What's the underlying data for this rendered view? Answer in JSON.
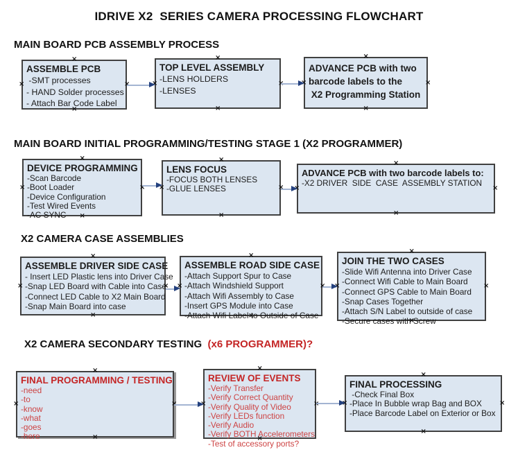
{
  "title": "IDRIVE X2  SERIES CAMERA PROCESSING FLOWCHART",
  "icons": {
    "selection_handle": "×"
  },
  "colors": {
    "background": "#ffffff",
    "box_fill": "#dce6f1",
    "box_border": "#404040",
    "arrow_line": "#a3b4d2",
    "arrow_head": "#24417e",
    "text": "#1c1c1c",
    "red_heading": "#c42525",
    "red_item": "#cd4343"
  },
  "sections": [
    {
      "heading": "MAIN BOARD PCB ASSEMBLY PROCESS",
      "boxes": [
        {
          "title": "ASSEMBLE PCB",
          "items": [
            " -SMT processes",
            "- HAND Solder processes",
            "- Attach Bar Code Label"
          ]
        },
        {
          "title": "TOP LEVEL ASSEMBLY",
          "items": [
            "-LENS HOLDERS",
            "-LENSES"
          ]
        },
        {
          "title_lines": [
            "ADVANCE PCB with two",
            "barcode labels to the",
            " X2 Programming Station"
          ],
          "items": []
        }
      ]
    },
    {
      "heading": "MAIN BOARD INITIAL PROGRAMMING/TESTING STAGE 1 (X2 PROGRAMMER)",
      "boxes": [
        {
          "title": "DEVICE PROGRAMMING",
          "items": [
            "-Scan Barcode",
            "-Boot Loader",
            "-Device Configuration",
            "-Test Wired Events",
            "-AC SYNC"
          ]
        },
        {
          "title": "LENS FOCUS",
          "items": [
            "-FOCUS BOTH LENSES",
            "-GLUE LENSES"
          ]
        },
        {
          "title": "ADVANCE PCB with two barcode labels to:",
          "items": [
            "-X2 DRIVER  SIDE  CASE  ASSEMBLY STATION"
          ]
        }
      ]
    },
    {
      "heading": "X2 CAMERA CASE ASSEMBLIES",
      "boxes": [
        {
          "title": "ASSEMBLE DRIVER SIDE CASE",
          "items": [
            "- Insert LED Plastic lens into Driver Case",
            "-Snap LED Board with Cable into Case",
            "-Connect LED Cable to X2 Main Board",
            "-Snap Main Board into case"
          ]
        },
        {
          "title": "ASSEMBLE ROAD SIDE CASE",
          "items": [
            "-Attach Support Spur to Case",
            "-Attach Windshield Support",
            "-Attach Wifi Assembly to Case",
            "-Insert GPS Module into Case",
            "-Attach Wifi Label to Outside of Case"
          ]
        },
        {
          "title": "JOIN THE TWO CASES",
          "items": [
            "-Slide Wifi Antenna into Driver Case",
            "-Connect Wifi Cable to Main Board",
            "-Connect GPS Cable to Main Board",
            "-Snap Cases Together",
            "-Attach S/N Label to outside of case",
            "-Secure cases with Screw"
          ]
        }
      ]
    },
    {
      "heading": "X2 CAMERA SECONDARY TESTING  ",
      "heading_red": "(x6 PROGRAMMER)?",
      "boxes": [
        {
          "title": "FINAL PROGRAMMING / TESTING",
          "items": [
            "-need",
            "-to",
            "-know",
            "-what",
            "-goes",
            "-here"
          ]
        },
        {
          "title": "REVIEW OF EVENTS",
          "items": [
            "-Verify Transfer",
            "-Verify Correct Quantity",
            "-Verify Quality of Video",
            "-Verify LEDs function",
            "-Verify Audio",
            "-Verify BOTH Accelerometers",
            "-Test of accessory ports?"
          ]
        },
        {
          "title": "FINAL PROCESSING",
          "items": [
            " -Check Final Box",
            "-Place In Bubble wrap Bag and BOX",
            "-Place Barcode Label on Exterior or Box"
          ]
        }
      ]
    }
  ]
}
